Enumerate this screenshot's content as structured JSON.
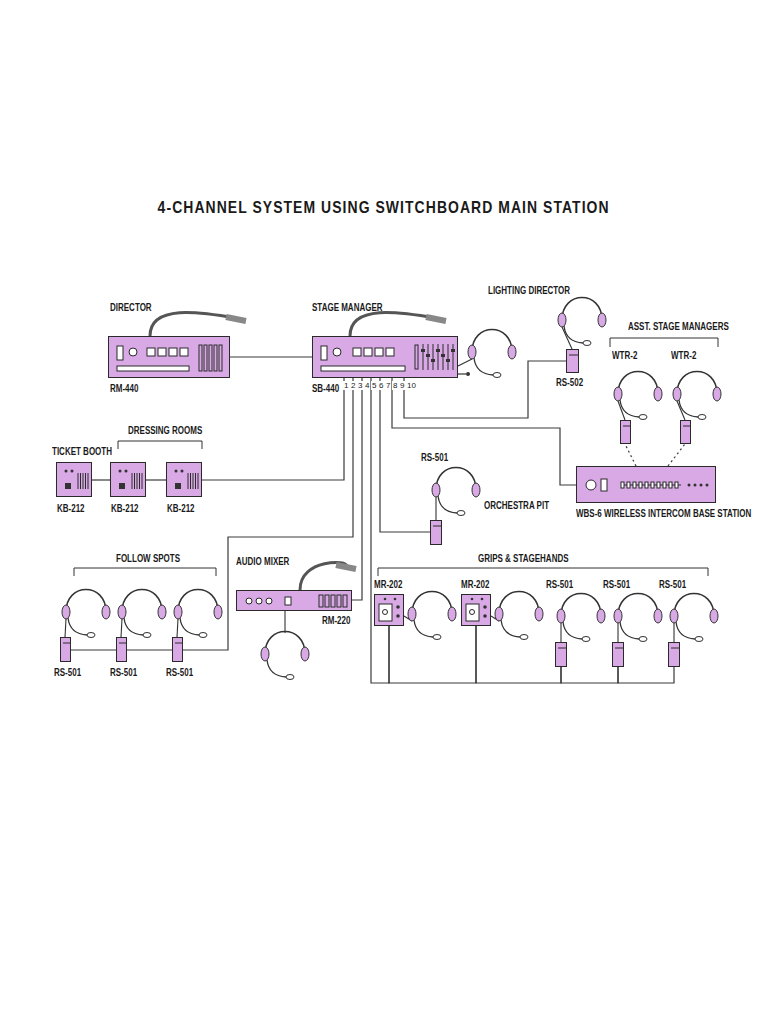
{
  "diagram": {
    "title": "4-CHANNEL SYSTEM USING SWITCHBOARD MAIN STATION",
    "nodes": [
      {
        "text": [
          "DIRECTOR",
          "RM-440"
        ]
      },
      {
        "text": [
          "STAGE MANAGER",
          "SB-440"
        ]
      },
      {
        "text": [
          "LIGHTING DIRECTOR",
          "RS-502"
        ]
      },
      {
        "text": [
          "WTR-2"
        ]
      },
      {
        "text": [
          "WTR-2"
        ]
      },
      {
        "text": [
          "TICKET BOOTH",
          "KB-212"
        ]
      },
      {
        "text": [
          "KB-212"
        ]
      },
      {
        "text": [
          "KB-212"
        ]
      },
      {
        "text": [
          "RS-501",
          "ORCHESTRA PIT"
        ]
      },
      {
        "text": [
          "WBS-6 WIRELESS INTERCOM BASE STATION"
        ]
      },
      {
        "text": [
          "RS-501"
        ]
      },
      {
        "text": [
          "RS-501"
        ]
      },
      {
        "text": [
          "RS-501"
        ]
      },
      {
        "text": [
          "AUDIO MIXER",
          "RM-220"
        ]
      },
      {
        "text": [
          "MR-202"
        ]
      },
      {
        "text": [
          "MR-202"
        ]
      },
      {
        "text": [
          "RS-501"
        ]
      },
      {
        "text": [
          "RS-501"
        ]
      },
      {
        "text": [
          "RS-501"
        ]
      }
    ],
    "edges": [
      {
        "from": 0,
        "to": 1,
        "arrow": "none"
      },
      {
        "from": 1,
        "to": 2,
        "arrow": "none"
      },
      {
        "from": 1,
        "to": 9,
        "arrow": "none"
      },
      {
        "from": 9,
        "to": 3,
        "arrow": "none"
      },
      {
        "from": 9,
        "to": 4,
        "arrow": "none"
      },
      {
        "from": 5,
        "to": 6,
        "arrow": "none"
      },
      {
        "from": 6,
        "to": 7,
        "arrow": "none"
      },
      {
        "from": 1,
        "to": 7,
        "arrow": "none"
      },
      {
        "from": 1,
        "to": 12,
        "arrow": "none"
      },
      {
        "from": 10,
        "to": 11,
        "arrow": "none"
      },
      {
        "from": 11,
        "to": 12,
        "arrow": "none"
      },
      {
        "from": 1,
        "to": 13,
        "arrow": "none"
      },
      {
        "from": 1,
        "to": 8,
        "arrow": "none"
      },
      {
        "from": 1,
        "to": 14,
        "arrow": "none"
      },
      {
        "from": 14,
        "to": 15,
        "arrow": "none"
      },
      {
        "from": 15,
        "to": 16,
        "arrow": "none"
      },
      {
        "from": 16,
        "to": 17,
        "arrow": "none"
      },
      {
        "from": 17,
        "to": 18,
        "arrow": "none"
      }
    ],
    "labels": [
      "ASST. STAGE MANAGERS",
      "DRESSING ROOMS",
      "FOLLOW SPOTS",
      "GRIPS & STAGEHANDS",
      "1",
      "2",
      "3",
      "4",
      "5",
      "6",
      "7",
      "8",
      "9",
      "10"
    ]
  }
}
